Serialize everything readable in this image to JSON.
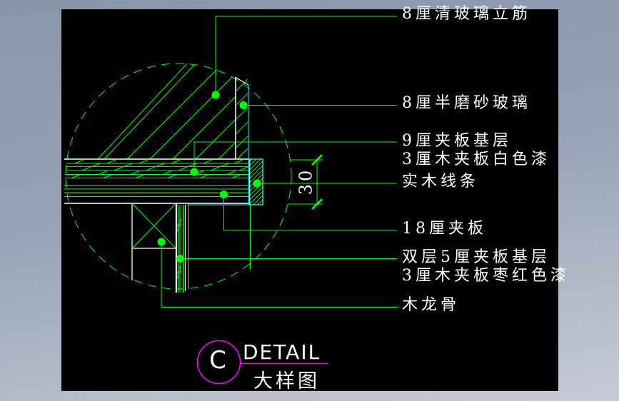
{
  "labels": [
    {
      "text": "8厘清玻璃立筋"
    },
    {
      "text": "8厘半磨砂玻璃"
    },
    {
      "text": "9厘夹板基层"
    },
    {
      "text": "3厘木夹板白色漆"
    },
    {
      "text": "实木线条"
    },
    {
      "text": "18厘夹板"
    },
    {
      "text": "双层5厘夹板基层"
    },
    {
      "text": "3厘木夹板枣红色漆"
    },
    {
      "text": "木龙骨"
    }
  ],
  "dimension": {
    "value": "30"
  },
  "title_block": {
    "ref_letter": "C",
    "title_en": "DETAIL",
    "title_zh": "大样图"
  },
  "colors": {
    "line_green": "#00ff00",
    "line_cyan": "#00ffff",
    "line_white": "#ffffff",
    "accent_magenta": "#ff00ff",
    "canvas_black": "#000000",
    "frame_gray_top": "#8997ac",
    "frame_gray_bottom": "#c6cbd5"
  }
}
